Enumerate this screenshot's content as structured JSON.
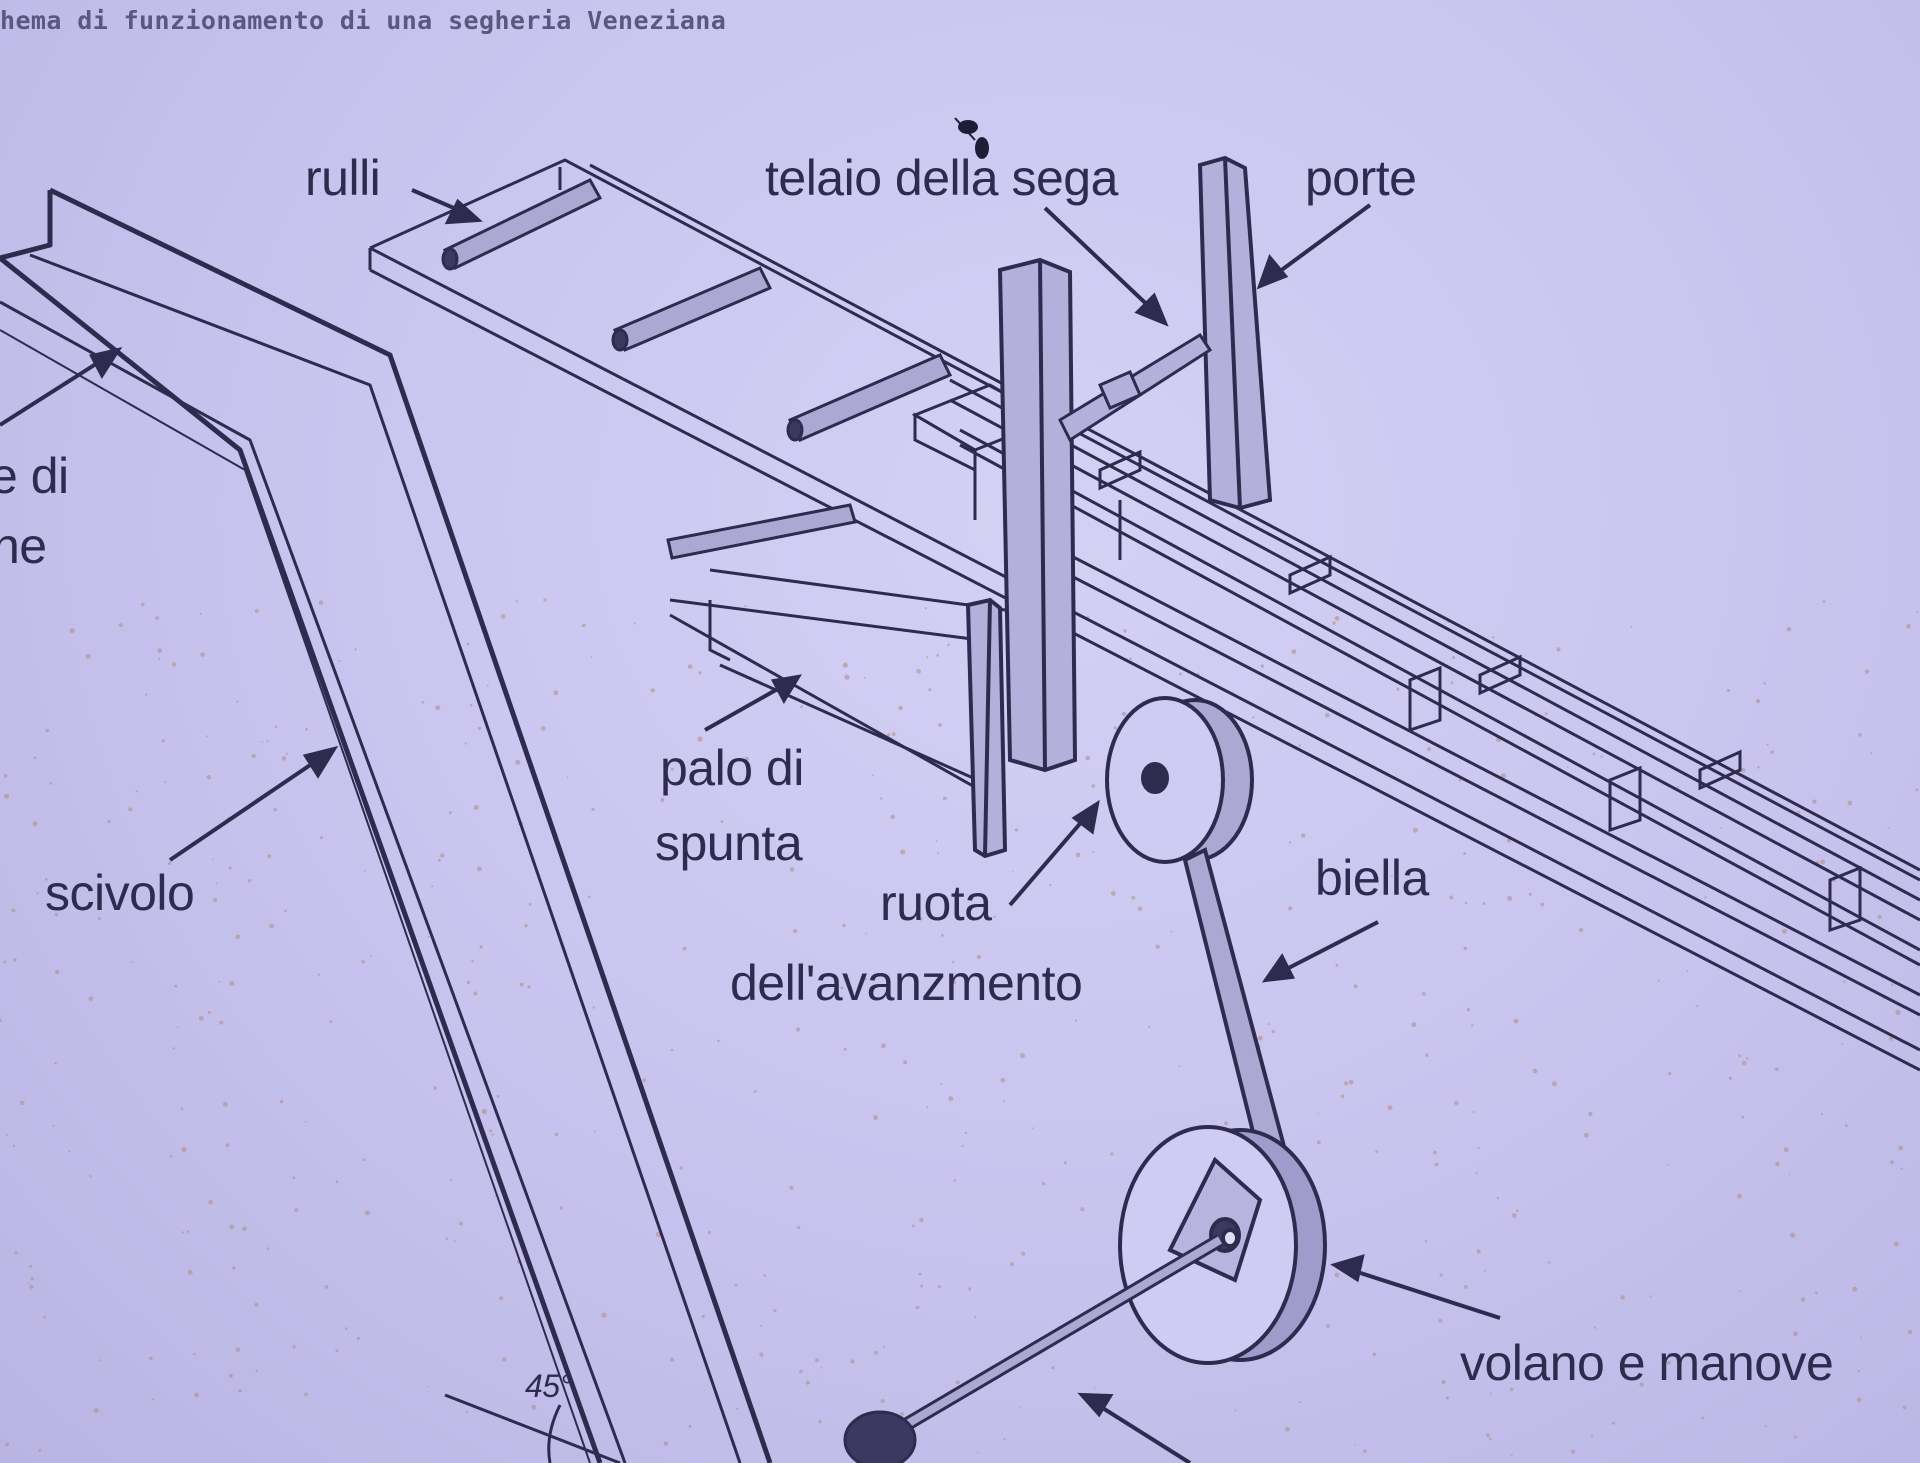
{
  "header": {
    "title": "hema di funzionamento di una segheria Veneziana"
  },
  "labels": {
    "rulli": "rulli",
    "telaio": "telaio della sega",
    "porte": "porte",
    "cut_line1": "e di",
    "cut_line2": "ne",
    "scivolo": "scivolo",
    "palo_line1": "palo di",
    "palo_line2": "spunta",
    "ruota_line1": "ruota",
    "ruota_line2": "dell'avanzmento",
    "biella": "biella",
    "volano": "volano e manove",
    "angle": "45°"
  },
  "colors": {
    "ink": "#2e2b4f",
    "paper": "#c9c6ee",
    "specks": "#b08a84"
  }
}
